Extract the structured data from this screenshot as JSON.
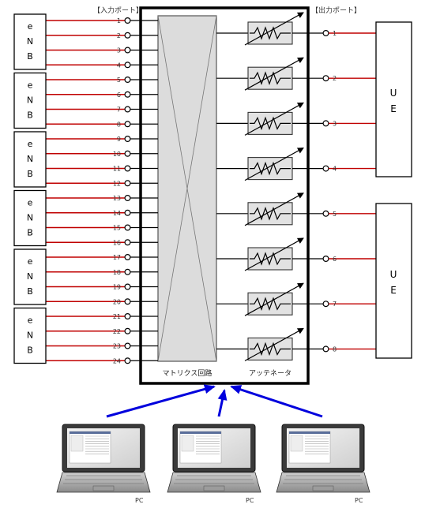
{
  "header": {
    "input_ports_label": "【入力ポート】",
    "output_ports_label": "【出力ポート】"
  },
  "enb_blocks": [
    {
      "letters": [
        "e",
        "N",
        "B"
      ]
    },
    {
      "letters": [
        "e",
        "N",
        "B"
      ]
    },
    {
      "letters": [
        "e",
        "N",
        "B"
      ]
    },
    {
      "letters": [
        "e",
        "N",
        "B"
      ]
    },
    {
      "letters": [
        "e",
        "N",
        "B"
      ]
    },
    {
      "letters": [
        "e",
        "N",
        "B"
      ]
    }
  ],
  "input_ports": [
    "1",
    "2",
    "3",
    "4",
    "5",
    "6",
    "7",
    "8",
    "9",
    "10",
    "11",
    "12",
    "13",
    "14",
    "15",
    "16",
    "17",
    "18",
    "19",
    "20",
    "21",
    "22",
    "23",
    "24"
  ],
  "matrix": {
    "label": "マトリクス回路"
  },
  "attenuator": {
    "label": "アッテネータ"
  },
  "output_ports": [
    "1",
    "2",
    "3",
    "4",
    "5",
    "6",
    "7",
    "8"
  ],
  "ue_blocks": [
    {
      "letters": [
        "U",
        "E"
      ]
    },
    {
      "letters": [
        "U",
        "E"
      ]
    }
  ],
  "pcs": [
    {
      "label": "PC"
    },
    {
      "label": "PC"
    },
    {
      "label": "PC"
    }
  ],
  "colors": {
    "rf_line": "#c00000",
    "control_line": "#0000dd",
    "matrix_fill": "#dcdcdc",
    "enclosure": "#000000"
  }
}
